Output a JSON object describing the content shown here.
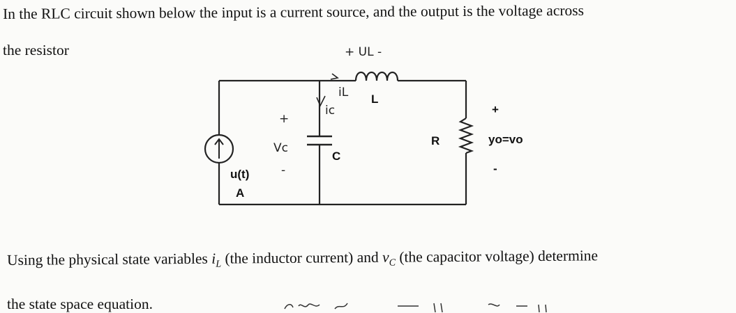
{
  "problem": {
    "intro_line1": "In the RLC circuit shown below the input is a current source, and the output is the voltage across",
    "intro_line2": "the resistor",
    "task_part1": "Using the physical state variables ",
    "var_iL_symbol": "i",
    "var_iL_subscript": "L",
    "task_part2": " (the inductor current) and ",
    "var_vC_symbol": "v",
    "var_vC_subscript": "C",
    "task_part3": " (the capacitor voltage) determine",
    "task_line2": "the state space equation."
  },
  "circuit": {
    "source_label": "u(t)",
    "source_unit": "A",
    "capacitor_label": "C",
    "inductor_label": "L",
    "resistor_label": "R",
    "output_label": "yo=vo",
    "output_plus": "+",
    "output_minus": "-",
    "handwritten": {
      "vc_symbol": "Vc",
      "vc_plus": "+",
      "vc_minus": "-",
      "vl_label": "+ UL -",
      "il_label": "iL",
      "ic_label": "ic"
    }
  }
}
